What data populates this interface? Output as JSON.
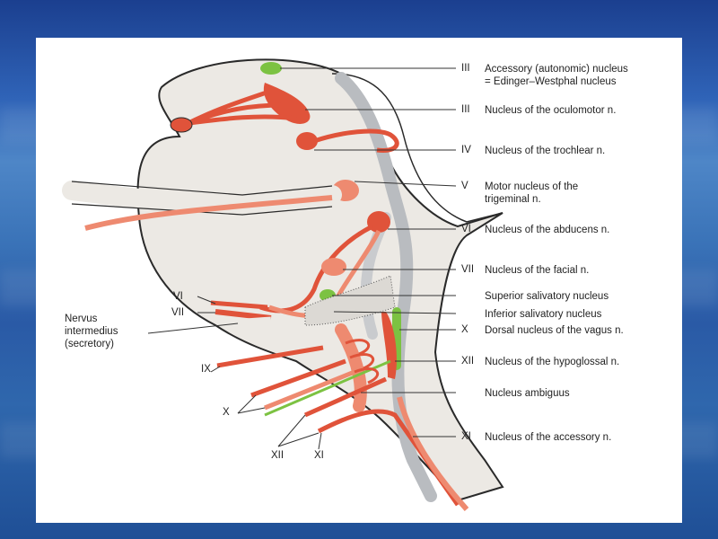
{
  "labels_right": [
    {
      "roman": "III",
      "text": "Accessory (autonomic) nucleus",
      "text2": "= Edinger–Westphal nucleus"
    },
    {
      "roman": "III",
      "text": "Nucleus of the oculomotor n."
    },
    {
      "roman": "IV",
      "text": "Nucleus of the trochlear n."
    },
    {
      "roman": "V",
      "text": "Motor nucleus of the",
      "text2": "trigeminal n."
    },
    {
      "roman": "VI",
      "text": "Nucleus of the abducens n."
    },
    {
      "roman": "VII",
      "text": "Nucleus of the facial n."
    },
    {
      "roman": "",
      "text": "Superior salivatory nucleus"
    },
    {
      "roman": "",
      "text": "Inferior salivatory nucleus"
    },
    {
      "roman": "X",
      "text": "Dorsal nucleus of the vagus n."
    },
    {
      "roman": "XII",
      "text": "Nucleus of the hypoglossal n."
    },
    {
      "roman": "",
      "text": "Nucleus ambiguus"
    },
    {
      "roman": "XI",
      "text": "Nucleus of the accessory n."
    }
  ],
  "labels_left": {
    "vi": "VI",
    "vii": "VII",
    "nervus_1": "Nervus",
    "nervus_2": "intermedius",
    "nervus_3": "(secretory)",
    "ix": "IX",
    "x": "X",
    "xii": "XII",
    "xi": "XI"
  },
  "colors": {
    "motor": "#e0533a",
    "motor_light": "#ee8a70",
    "autonomic": "#7cc242",
    "brainstem": "#ece9e4",
    "outline": "#2a2a2a",
    "ventricle": "#b9bcc0"
  }
}
